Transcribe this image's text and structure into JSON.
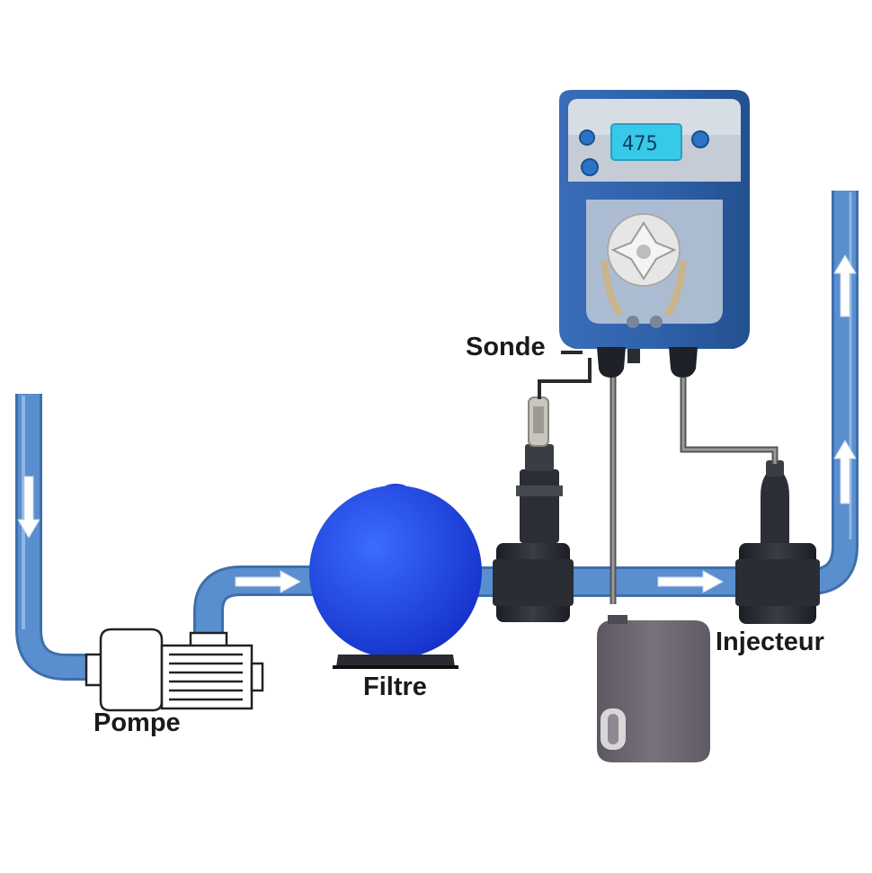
{
  "labels": {
    "sonde": "Sonde",
    "pompe": "Pompe",
    "filtre": "Filtre",
    "injecteur": "Injecteur"
  },
  "controller": {
    "display_value": "475"
  },
  "colors": {
    "pipe": "#5a8fcf",
    "pipe_edge": "#3f6fab",
    "filter": "#1f49e6",
    "controller_body": "#2d5da3",
    "display": "#37c9e9",
    "tank": "#6d6770"
  }
}
